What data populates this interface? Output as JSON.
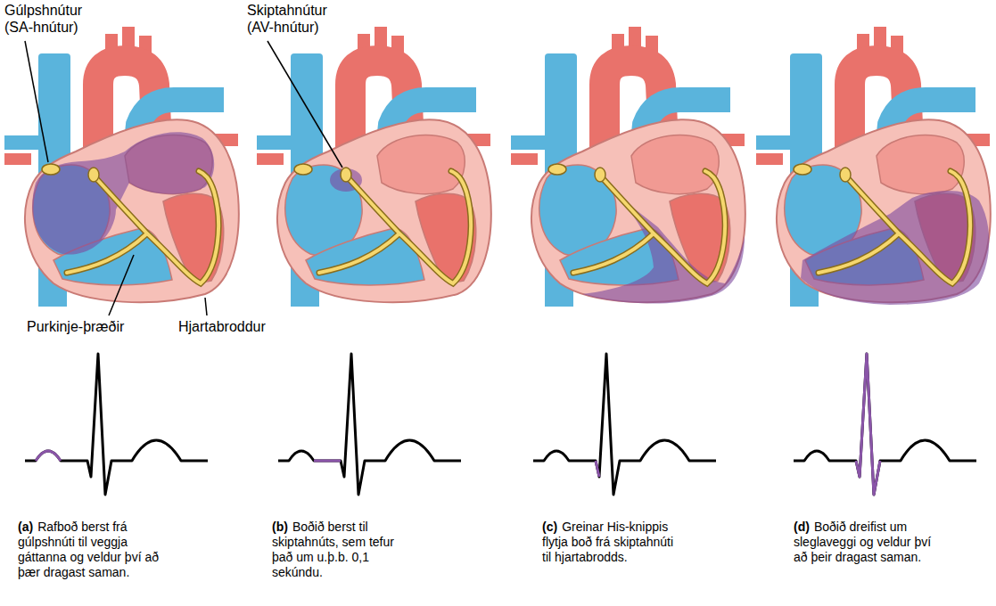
{
  "diagram": {
    "labels": [
      "Gúlpshnútur (SA-hnútur)",
      "Skiptahnútur (AV-hnútur)",
      "Purkinje-þræðir",
      "Hjartabroddur",
      "(a)",
      "Rafboð berst frá gúlpshnúti til veggja gáttanna og veldur því að þær dragast saman.",
      "(b)",
      "Boðið berst til skiptahnúts, sem tefur það um u.þ.b. 0,1 sekúndu.",
      "(c)",
      "Greinar His-knippis flytja boð frá skiptahnúti til hjartabrodds.",
      "(d)",
      "Boðið dreifist um sleglaveggi og veldur því að þeir dragast saman."
    ]
  }
}
